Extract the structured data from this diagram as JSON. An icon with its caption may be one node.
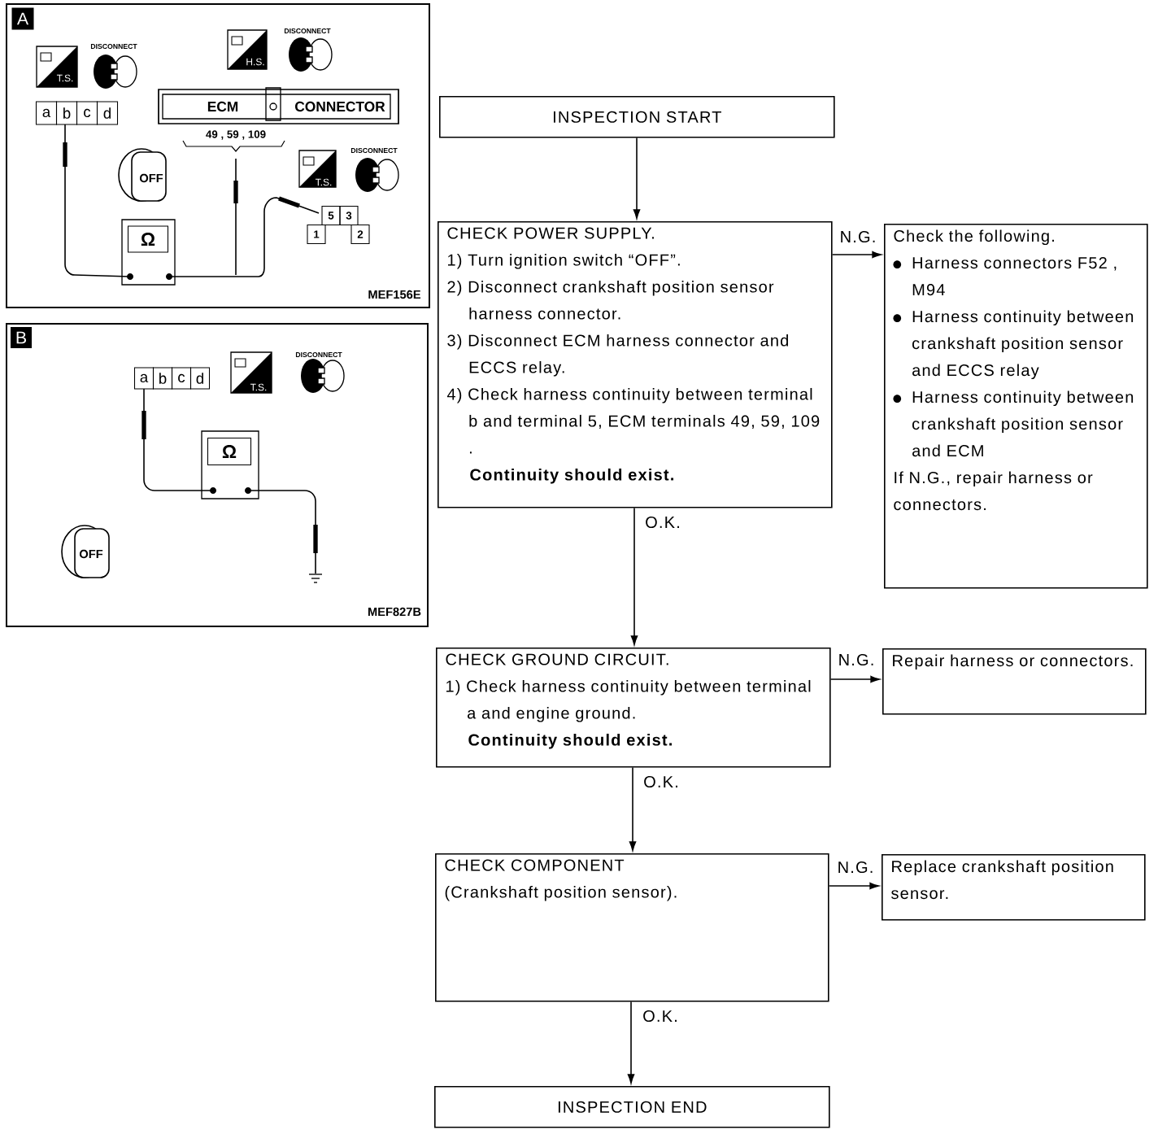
{
  "diagram": {
    "nodes": [
      {
        "text": [
          "INSPECTION START"
        ]
      },
      {
        "text": [
          "CHECK POWER SUPPLY.",
          "1) Turn ignition switch “OFF”.",
          "2) Disconnect crankshaft position sensor harness connector.",
          "3) Disconnect ECM harness connector and ECCS relay.",
          "4) Check harness continuity between terminal b and terminal 5, ECM terminals 49, 59, 109 .",
          "Continuity should exist."
        ]
      },
      {
        "text": [
          "Check the following.",
          "Harness connectors F52 , M94",
          "Harness continuity between crankshaft position sensor and ECCS relay",
          "Harness continuity between crankshaft position sensor and ECM",
          "If N.G., repair harness or connectors."
        ]
      },
      {
        "text": [
          "CHECK GROUND CIRCUIT.",
          "1) Check harness continuity between terminal a and engine ground.",
          "Continuity should exist."
        ]
      },
      {
        "text": [
          "Repair harness or connectors."
        ]
      },
      {
        "text": [
          "CHECK COMPONENT",
          "(Crankshaft position sensor)."
        ]
      },
      {
        "text": [
          "Replace crankshaft position sensor."
        ]
      },
      {
        "text": [
          "INSPECTION END"
        ]
      }
    ],
    "edges": [
      {
        "from": 0,
        "to": 1,
        "arrow": "to"
      },
      {
        "from": 1,
        "to": 2,
        "arrow": "to",
        "label": "N.G."
      },
      {
        "from": 1,
        "to": 3,
        "arrow": "to",
        "label": "O.K."
      },
      {
        "from": 3,
        "to": 4,
        "arrow": "to",
        "label": "N.G."
      },
      {
        "from": 3,
        "to": 5,
        "arrow": "to",
        "label": "O.K."
      },
      {
        "from": 5,
        "to": 6,
        "arrow": "to",
        "label": "N.G."
      },
      {
        "from": 5,
        "to": 7,
        "arrow": "to",
        "label": "O.K."
      }
    ],
    "labels": [
      "A",
      "DISCONNECT",
      "T.S.",
      "DISCONNECT",
      "H.S.",
      "ECM",
      "CONNECTOR",
      "a",
      "b",
      "c",
      "d",
      "49 , 59 , 109",
      "DISCONNECT",
      "T.S.",
      "OFF",
      "5",
      "3",
      "1",
      "2",
      "Ω",
      "MEF156E",
      "B",
      "a",
      "b",
      "c",
      "d",
      "T.S.",
      "DISCONNECT",
      "Ω",
      "OFF",
      "MEF827B"
    ]
  }
}
